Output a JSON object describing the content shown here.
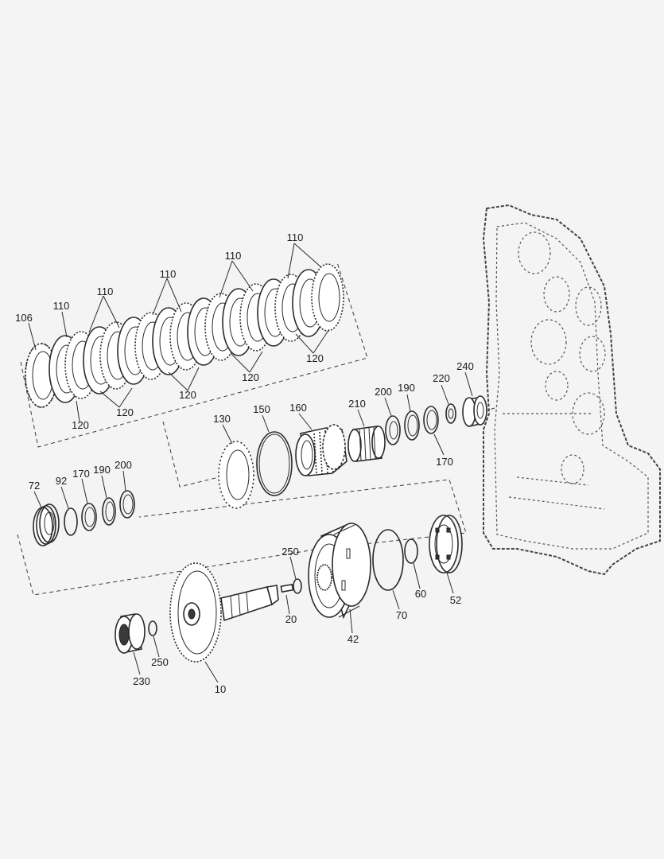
{
  "labels": {
    "p106": "106",
    "p110a": "110",
    "p110b": "110",
    "p110c": "110",
    "p110d": "110",
    "p110e": "110",
    "p120a": "120",
    "p120b": "120",
    "p120c": "120",
    "p120d": "120",
    "p120e": "120",
    "p130": "130",
    "p150": "150",
    "p160": "160",
    "p210": "210",
    "p200a": "200",
    "p190a": "190",
    "p220": "220",
    "p240": "240",
    "p170a": "170",
    "p72": "72",
    "p92": "92",
    "p170b": "170",
    "p190b": "190",
    "p200b": "200",
    "p250a": "250",
    "p20": "20",
    "p42": "42",
    "p70": "70",
    "p60": "60",
    "p52": "52",
    "p230": "230",
    "p250b": "250",
    "p10": "10"
  }
}
